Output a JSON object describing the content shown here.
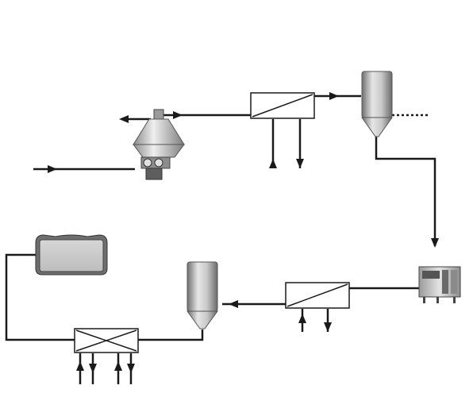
{
  "diagram": {
    "kind": "process-flow",
    "text_labels": [],
    "colors": {
      "line": "#1a1a1a",
      "equipment_light": "#d9d9d9",
      "equipment_dark": "#7a7a7a",
      "panel_fill": "#cfcfcf",
      "background": "#ffffff"
    },
    "equipment": [
      {
        "name": "centrifugal-separator",
        "icon": "separator-icon"
      },
      {
        "name": "heat-exchanger-1",
        "icon": "exchanger-diagonal-icon"
      },
      {
        "name": "storage-silo-1",
        "icon": "silo-icon"
      },
      {
        "name": "processing-unit",
        "icon": "processing-machine-icon"
      },
      {
        "name": "heat-exchanger-2",
        "icon": "exchanger-diagonal-icon"
      },
      {
        "name": "storage-silo-2",
        "icon": "silo-icon"
      },
      {
        "name": "cross-flow-exchanger",
        "icon": "exchanger-cross-icon"
      },
      {
        "name": "control-panel",
        "icon": "monitor-panel-icon"
      }
    ]
  }
}
